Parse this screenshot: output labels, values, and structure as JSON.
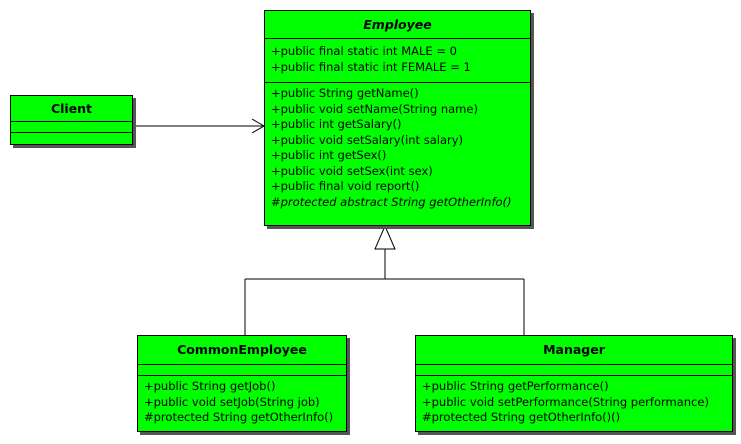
{
  "classes": {
    "employee": {
      "name": "Employee",
      "abstract": true,
      "attributes": [
        "+public final static int MALE = 0",
        "+public final static int FEMALE = 1"
      ],
      "operations": [
        "+public String getName()",
        "+public void setName(String name)",
        "+public int getSalary()",
        "+public void setSalary(int salary)",
        "+public int getSex()",
        "+public void setSex(int sex)",
        "+public final void  report()",
        "#protected abstract String getOtherInfo()"
      ]
    },
    "client": {
      "name": "Client",
      "attributes": [],
      "operations": []
    },
    "common_employee": {
      "name": "CommonEmployee",
      "attributes": [],
      "operations": [
        "+public String getJob()",
        "+public void setJob(String job)",
        "#protected String getOtherInfo()"
      ]
    },
    "manager": {
      "name": "Manager",
      "attributes": [],
      "operations": [
        "+public String getPerformance()",
        "+public void setPerformance(String performance)",
        "#protected String getOtherInfo()()"
      ]
    }
  },
  "colors": {
    "class_fill": "#00ff00",
    "line": "#000000",
    "background": "#ffffff"
  }
}
